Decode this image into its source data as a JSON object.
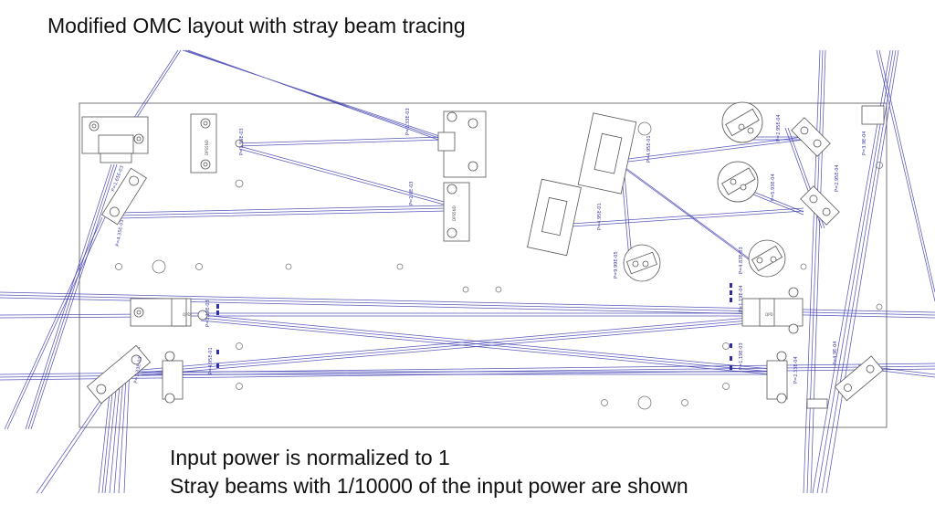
{
  "slide": {
    "title": "Modified OMC layout with stray beam tracing",
    "caption_lines": [
      "Input power is normalized to 1",
      "Stray beams with 1/10000 of the input power are shown"
    ]
  },
  "colors": {
    "beam": "#3b3bb0",
    "outline": "#666666",
    "background": "#ffffff"
  },
  "diagram": {
    "component_labels": [
      "DPS5ND",
      "DPS5ND",
      "QPD",
      "QPD"
    ],
    "power_labels": [
      "P=2.33E-03",
      "P=1.96E-03",
      "P=2.0E-03",
      "P=1.65E-03",
      "P=4.35E-03",
      "P=1.19E-03",
      "P=4.95E-01",
      "P=4.95E-01",
      "P=2.95E-04",
      "P=5.93E-04",
      "P=2.95E-04",
      "P=3.9E-04",
      "P=4.83E-03",
      "P=1.19E-04",
      "P=9.99E-05",
      "P=1.33E-03",
      "P=4.95E-01",
      "P=2.33E-04",
      "P=1.19E-03",
      "P=4.9E-04"
    ]
  }
}
